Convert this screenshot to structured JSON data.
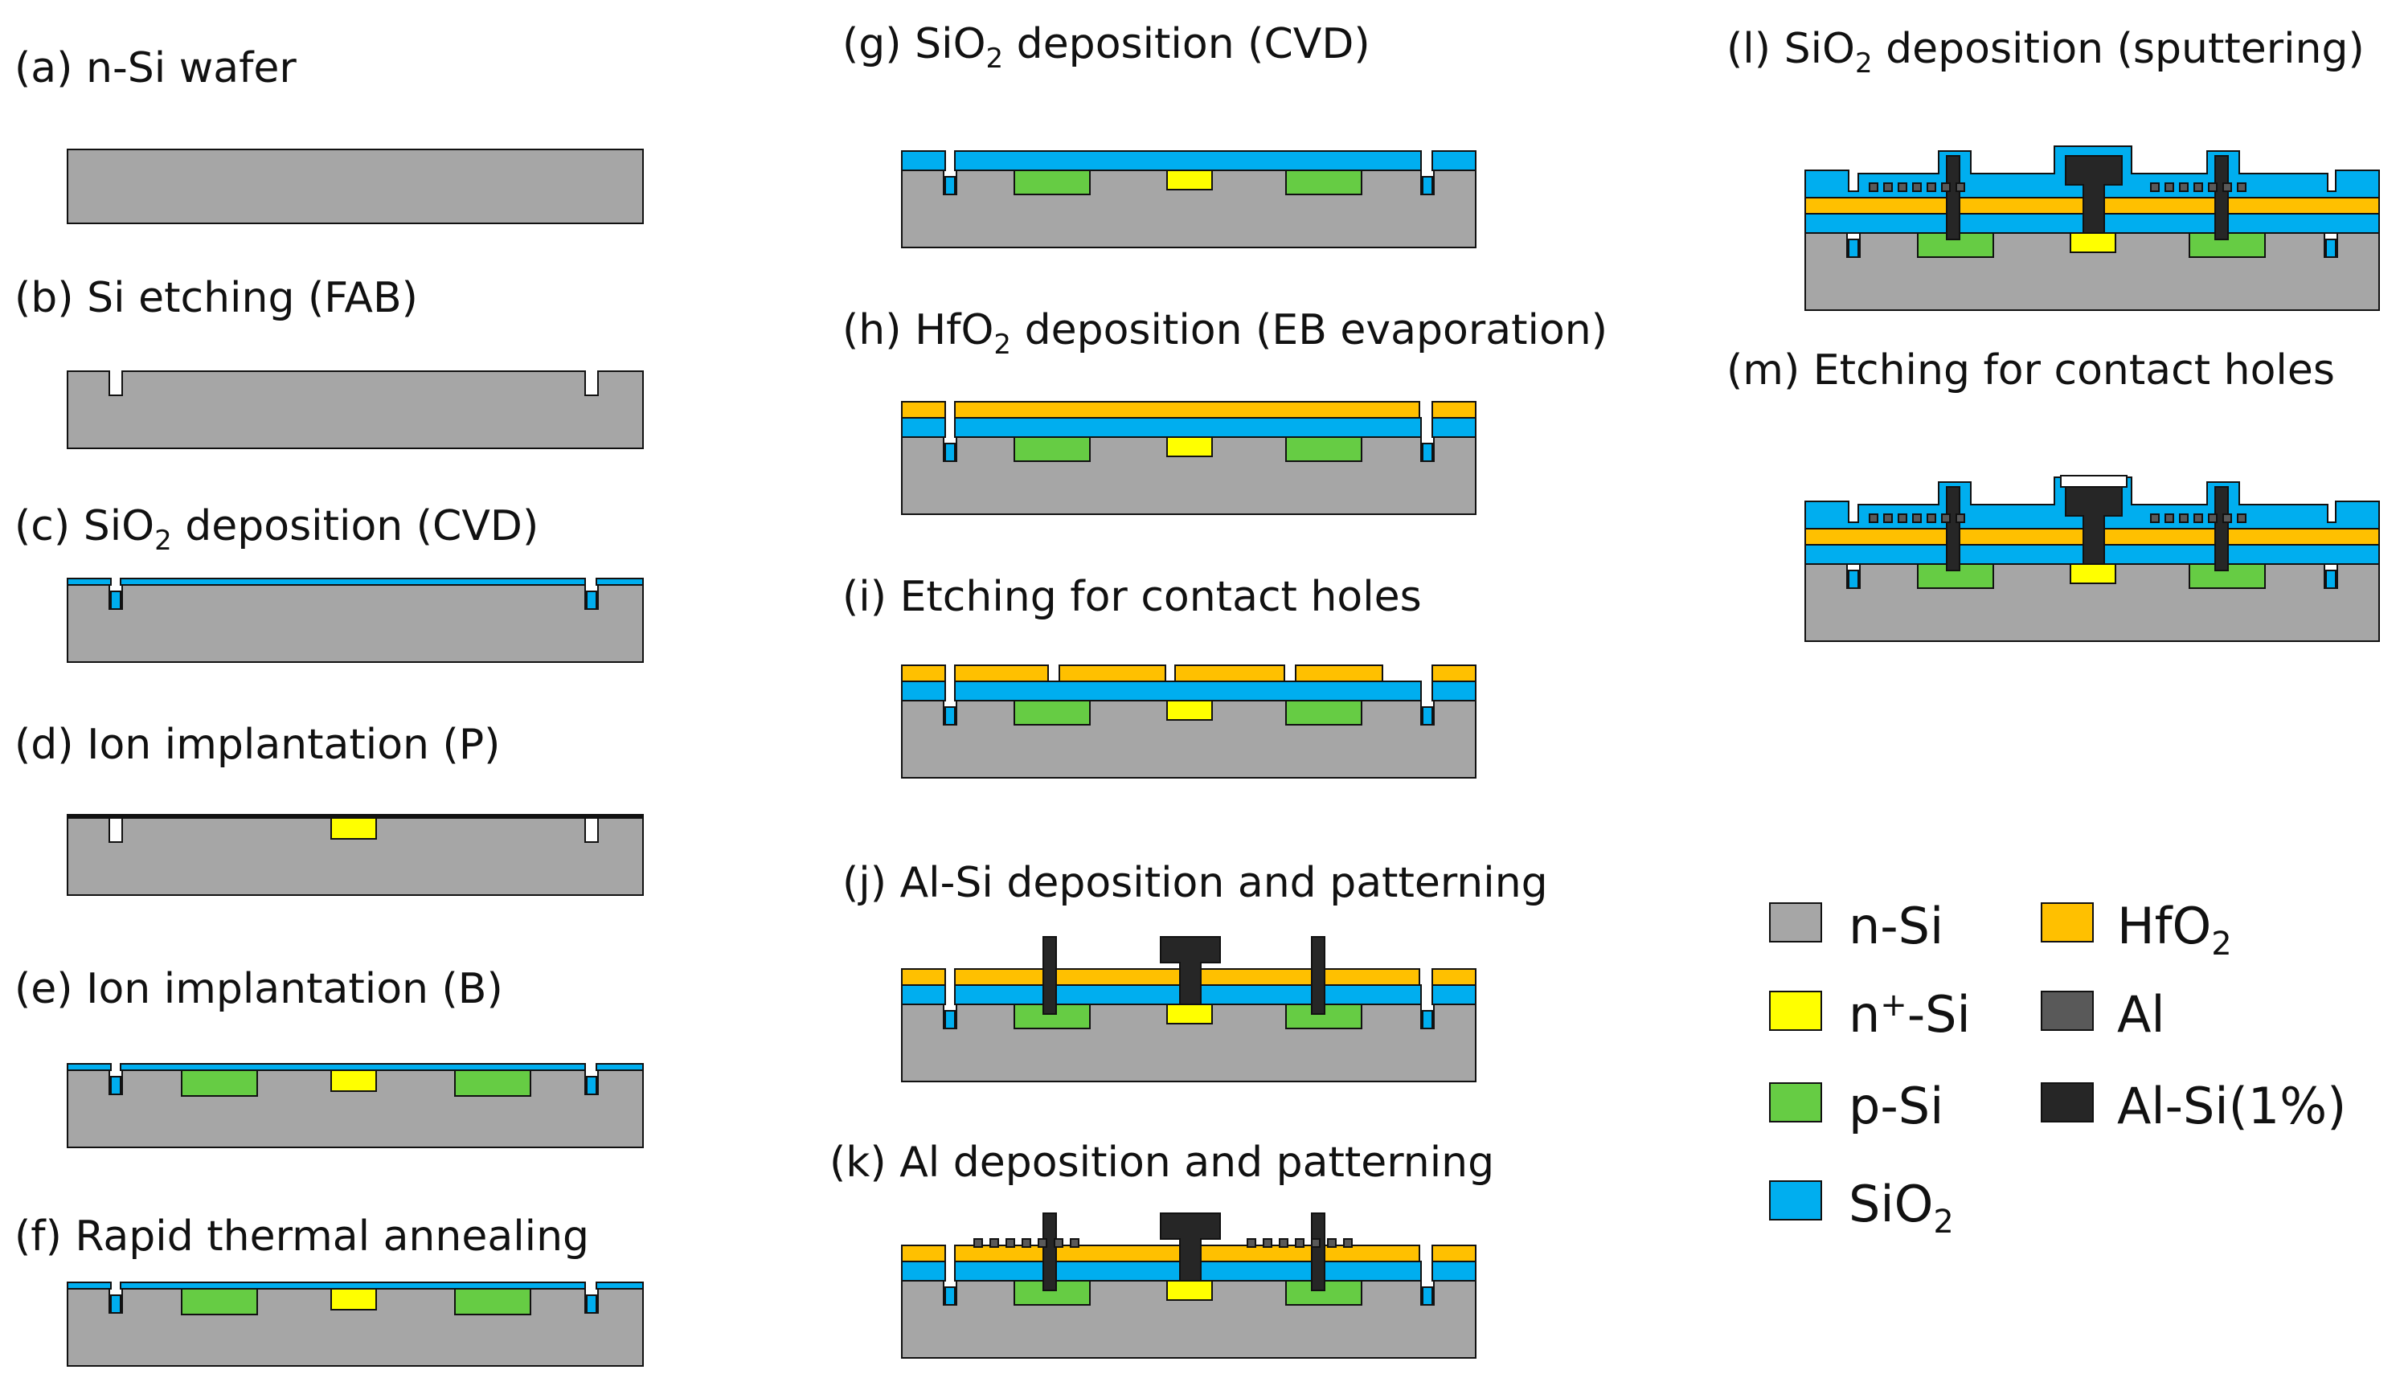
{
  "steps": [
    {
      "letter": "(a)",
      "title": "n-Si wafer"
    },
    {
      "letter": "(b)",
      "title": "Si etching (FAB)"
    },
    {
      "letter": "(c)",
      "pre": "SiO",
      "sub": "2",
      "post": " deposition (CVD)"
    },
    {
      "letter": "(d)",
      "title": "Ion implantation (P)"
    },
    {
      "letter": "(e)",
      "title": "Ion implantation (B)"
    },
    {
      "letter": "(f)",
      "title": "Rapid thermal annealing"
    },
    {
      "letter": "(g)",
      "pre": "SiO",
      "sub": "2",
      "post": " deposition (CVD)"
    },
    {
      "letter": "(h)",
      "pre": "HfO",
      "sub": "2",
      "post": " deposition (EB evaporation)"
    },
    {
      "letter": "(i)",
      "title": "Etching for contact holes"
    },
    {
      "letter": "(j)",
      "title": "Al-Si deposition and patterning"
    },
    {
      "letter": "(k)",
      "title": "Al deposition and patterning"
    },
    {
      "letter": "(l)",
      "pre": "SiO",
      "sub": "2",
      "post": " deposition (sputtering)"
    },
    {
      "letter": "(m)",
      "title": "Etching for contact holes"
    }
  ],
  "legend": [
    {
      "label": "n-Si",
      "color": "#a6a6a6"
    },
    {
      "label_pre": "n",
      "label_sup": "+",
      "label_post": "-Si",
      "color": "#ffff00"
    },
    {
      "label": "p-Si",
      "color": "#66cc44"
    },
    {
      "label_pre": "SiO",
      "label_sub": "2",
      "color": "#00aeef"
    },
    {
      "label_pre": "HfO",
      "label_sub": "2",
      "color": "#ffc000"
    },
    {
      "label": "Al",
      "color": "#595959"
    },
    {
      "label": "Al-Si(1%)",
      "color": "#262626"
    }
  ],
  "colors": {
    "n_si": "#a6a6a6",
    "n_plus_si": "#ffff00",
    "p_si": "#66cc44",
    "sio2": "#00aeef",
    "hfo2": "#ffc000",
    "al": "#595959",
    "al_si": "#262626"
  }
}
